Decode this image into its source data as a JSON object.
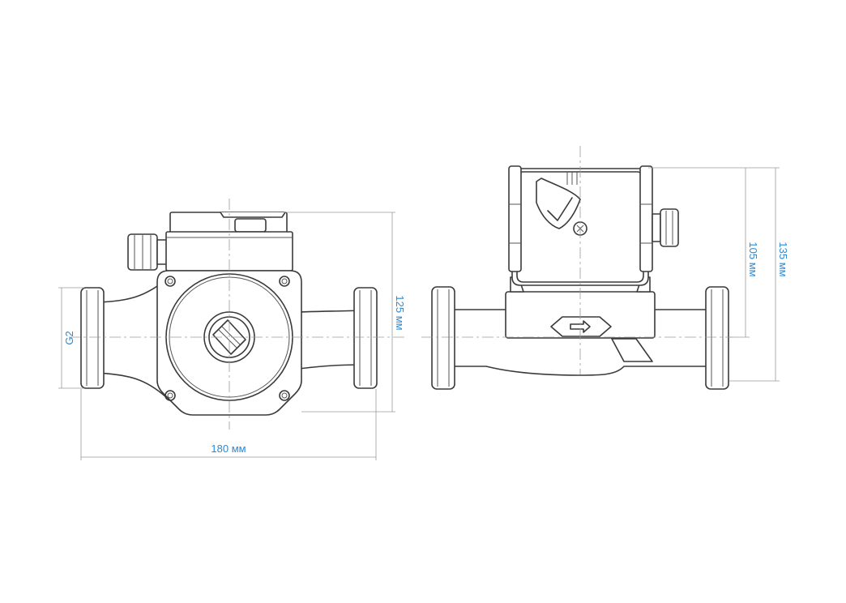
{
  "dimensions": {
    "width_label": "180 мм",
    "height_front_label": "125 мм",
    "thread_label": "G2",
    "height_side_inner_label": "105 мм",
    "height_side_outer_label": "135 мм"
  },
  "colors": {
    "line": "#3a3a3a",
    "dimension_line": "#9a9a9a",
    "dimension_text": "#2a8ad4"
  }
}
